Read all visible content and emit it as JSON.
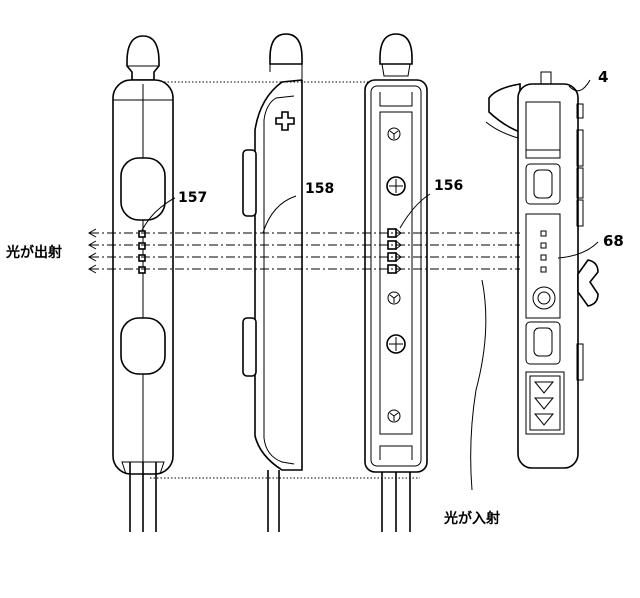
{
  "labels": {
    "device_label": "4",
    "controller_label": "68",
    "emitter_label": "157",
    "cover_label": "158",
    "receiver_label": "156",
    "emission_label": "光が出射",
    "incidence_label": "光が入射"
  },
  "diagram": {
    "ray_rows": 4,
    "emission_arrows": 4,
    "views": [
      "front-view",
      "side-view",
      "inner-view",
      "device-view"
    ]
  }
}
